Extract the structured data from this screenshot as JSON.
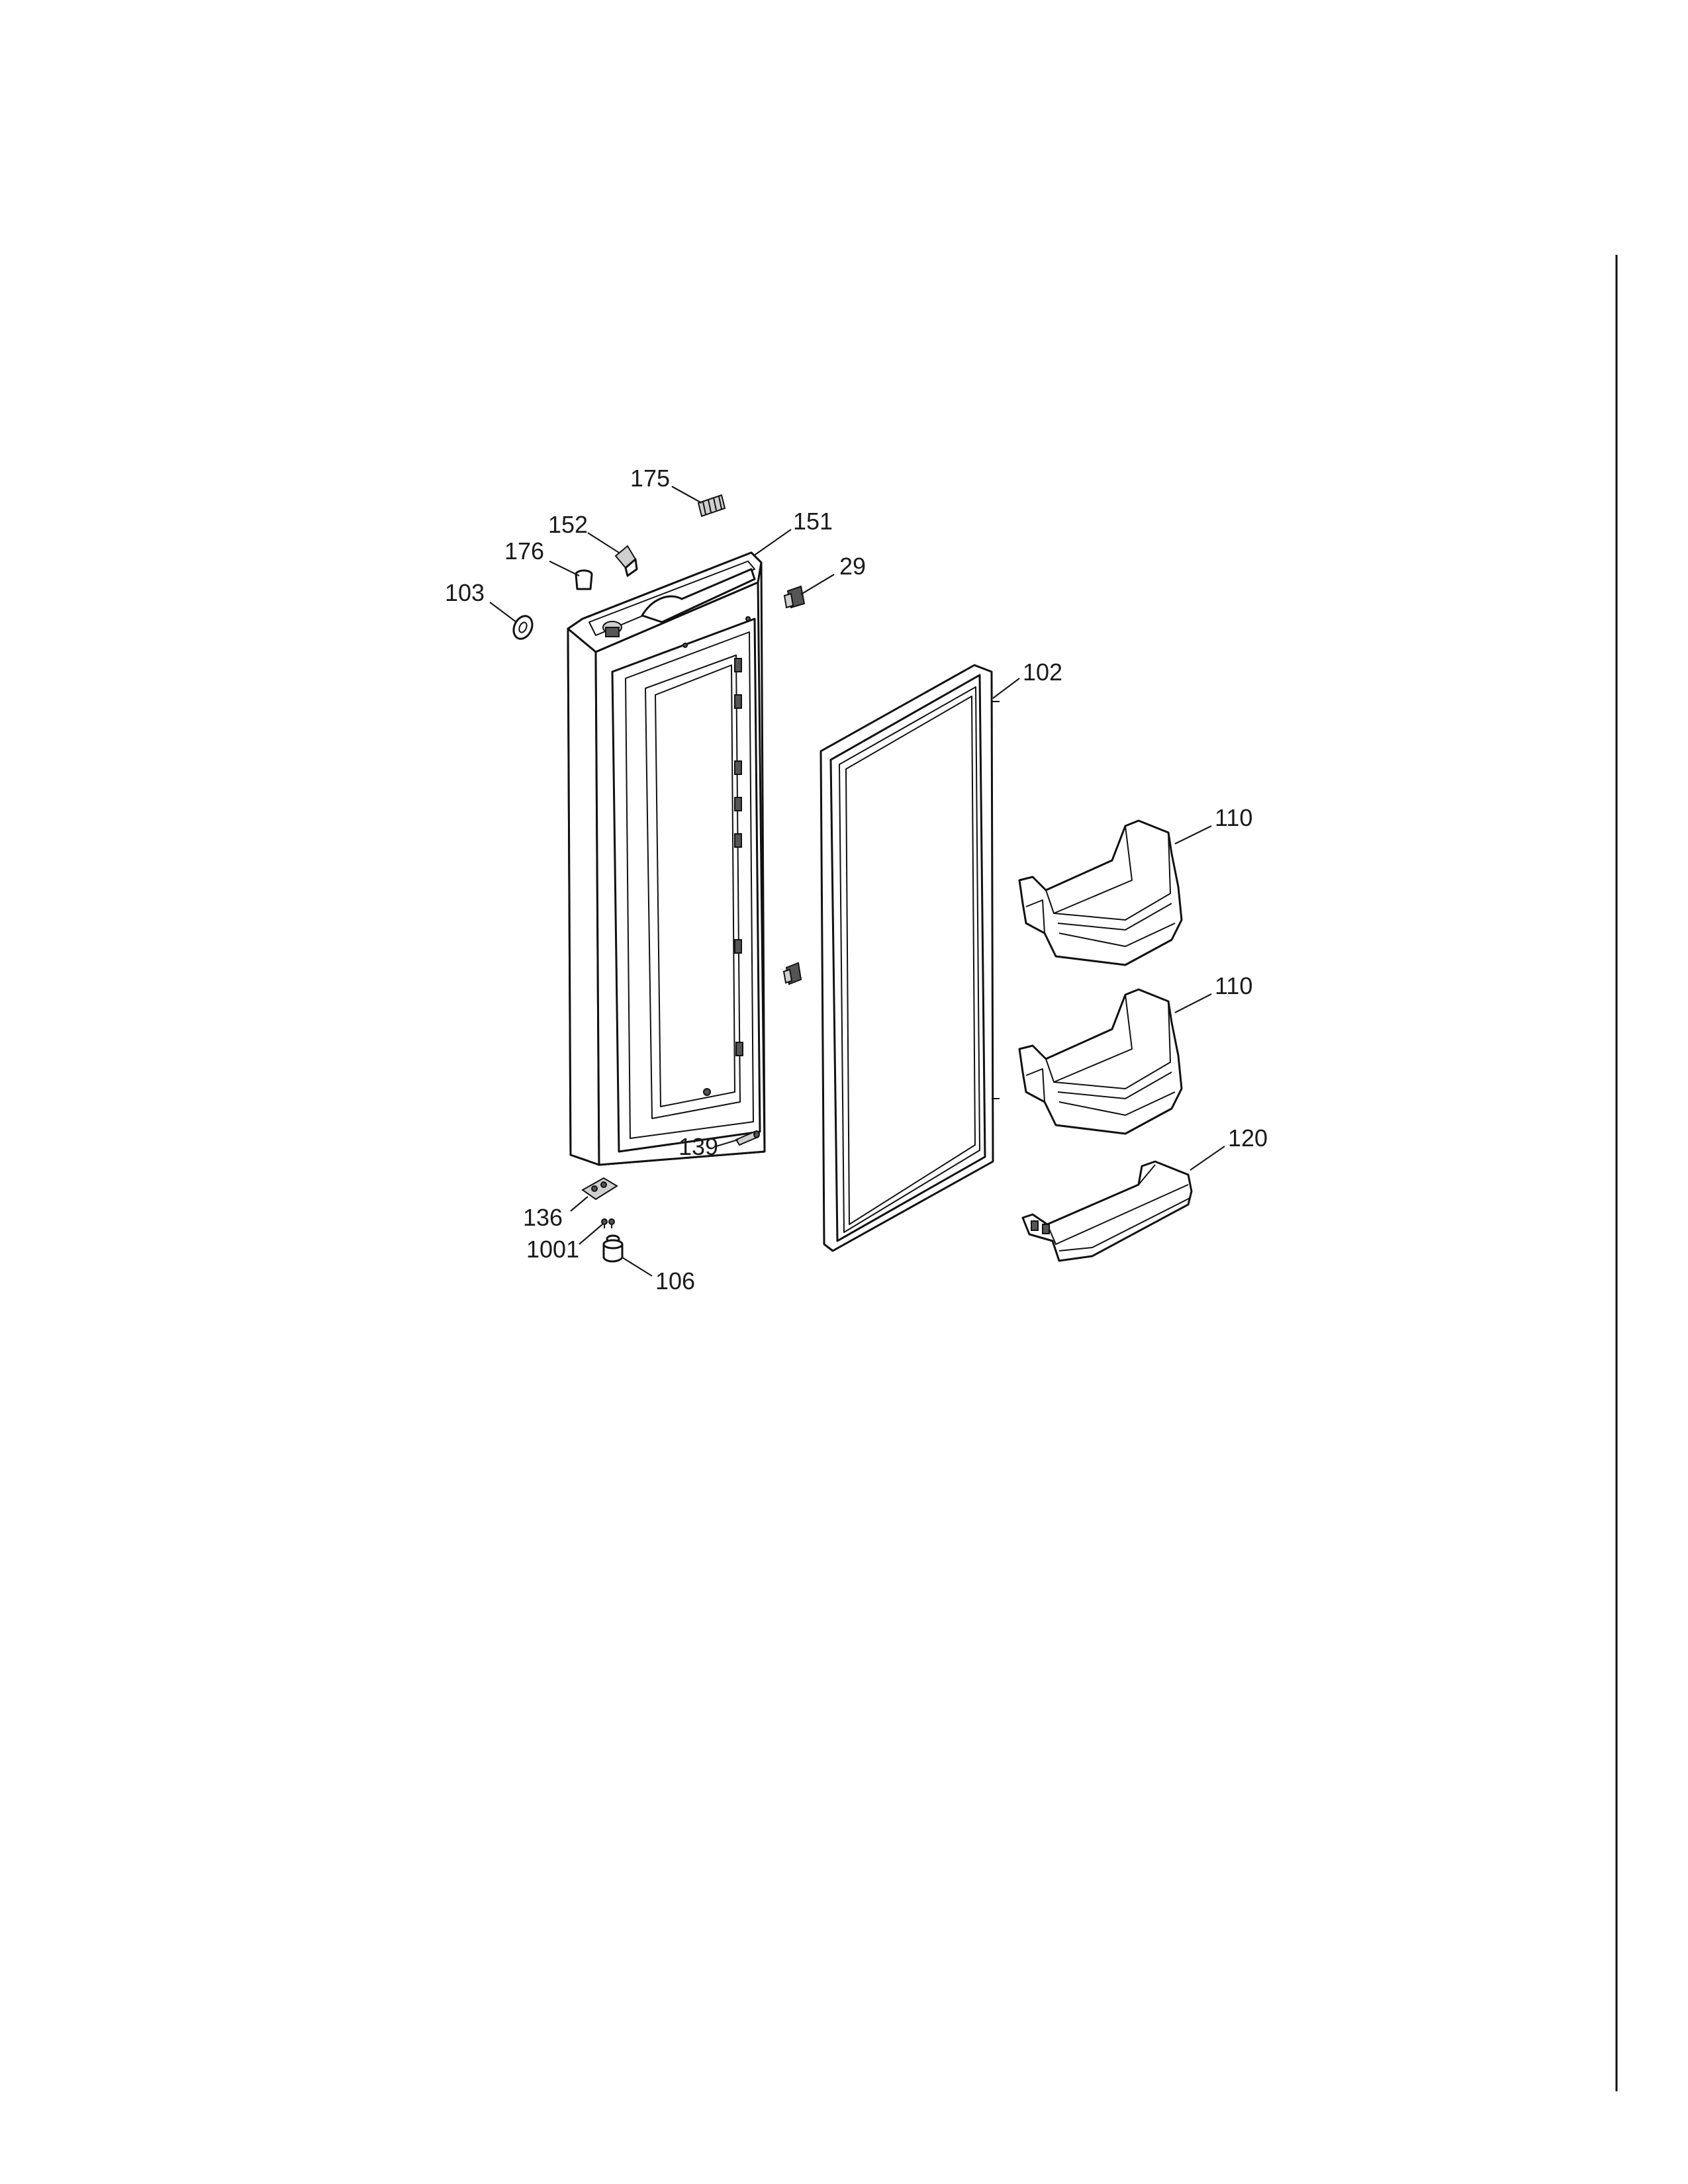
{
  "diagram": {
    "callouts": [
      {
        "id": "175",
        "text": "175"
      },
      {
        "id": "152",
        "text": "152"
      },
      {
        "id": "151",
        "text": "151"
      },
      {
        "id": "176",
        "text": "176"
      },
      {
        "id": "29",
        "text": "29"
      },
      {
        "id": "103",
        "text": "103"
      },
      {
        "id": "102",
        "text": "102"
      },
      {
        "id": "110a",
        "text": "110"
      },
      {
        "id": "110b",
        "text": "110"
      },
      {
        "id": "139",
        "text": "139"
      },
      {
        "id": "120",
        "text": "120"
      },
      {
        "id": "136",
        "text": "136"
      },
      {
        "id": "1001",
        "text": "1001"
      },
      {
        "id": "106",
        "text": "106"
      }
    ]
  }
}
